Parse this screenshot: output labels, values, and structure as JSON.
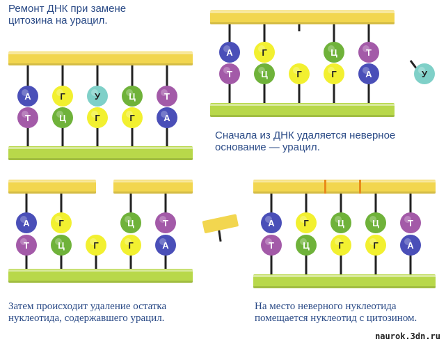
{
  "captions": {
    "title": "Ремонт ДНК при замене\nцитозина на урацил.",
    "step1": "Сначала из ДНК удаляется неверное\nоснование — урацил.",
    "step2": "Затем происходит удаление остатка\nнуклеотида, содержавшего урацил.",
    "step3": "На место неверного нуклеотида\nпомещается нуклеотид с цитозином."
  },
  "watermark": "naurok.3dn.ru",
  "colors": {
    "strand_top": "#f2d64f",
    "strand_bottom": "#b8d84a",
    "A": "#4a4fb8",
    "T": "#a35aa8",
    "G": "#f2f030",
    "C": "#6fb23a",
    "U": "#7fd0c8",
    "stick": "#222222",
    "letter_dark": "#ffffff",
    "letter_light": "#222222"
  },
  "panels": [
    {
      "id": "initial",
      "pairs": [
        {
          "top": "А",
          "bottom": "Т"
        },
        {
          "top": "Г",
          "bottom": "Ц"
        },
        {
          "top": "У",
          "bottom": "Г"
        },
        {
          "top": "Ц",
          "bottom": "Г"
        },
        {
          "top": "Т",
          "bottom": "А"
        }
      ]
    },
    {
      "id": "base-removed",
      "pairs": [
        {
          "top": "А",
          "bottom": "Т"
        },
        {
          "top": "Г",
          "bottom": "Ц"
        },
        {
          "top": null,
          "bottom": "Г"
        },
        {
          "top": "Ц",
          "bottom": "Г"
        },
        {
          "top": "Т",
          "bottom": "А"
        }
      ],
      "free_base": "У"
    },
    {
      "id": "nucleotide-removed",
      "pairs": [
        {
          "top": "А",
          "bottom": "Т"
        },
        {
          "top": "Г",
          "bottom": "Ц"
        },
        {
          "top": null,
          "bottom": "Г"
        },
        {
          "top": "Ц",
          "bottom": "Г"
        },
        {
          "top": "Т",
          "bottom": "А"
        }
      ]
    },
    {
      "id": "repaired",
      "pairs": [
        {
          "top": "А",
          "bottom": "Т"
        },
        {
          "top": "Г",
          "bottom": "Ц"
        },
        {
          "top": "Ц",
          "bottom": "Г"
        },
        {
          "top": "Ц",
          "bottom": "Г"
        },
        {
          "top": "Т",
          "bottom": "А"
        }
      ]
    }
  ]
}
